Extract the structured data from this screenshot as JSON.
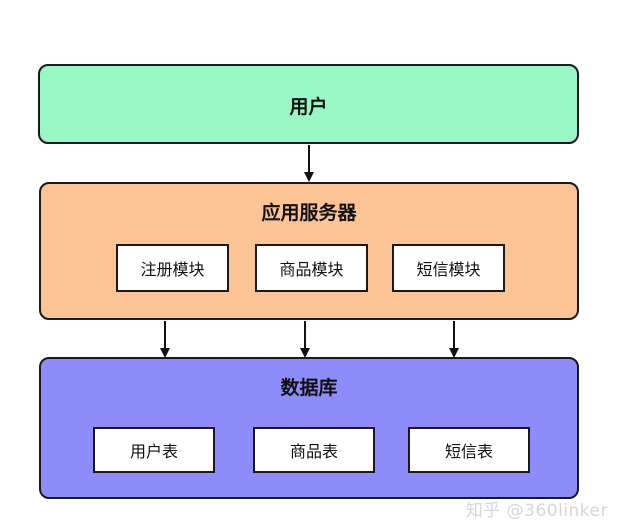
{
  "diagram": {
    "user_layer": {
      "title": "用户",
      "color": "#99f7c6"
    },
    "app_layer": {
      "title": "应用服务器",
      "color": "#fcc394",
      "modules": [
        "注册模块",
        "商品模块",
        "短信模块"
      ]
    },
    "db_layer": {
      "title": "数据库",
      "color": "#8e8bfb",
      "tables": [
        "用户表",
        "商品表",
        "短信表"
      ]
    }
  },
  "watermark": "知乎 @360linker"
}
